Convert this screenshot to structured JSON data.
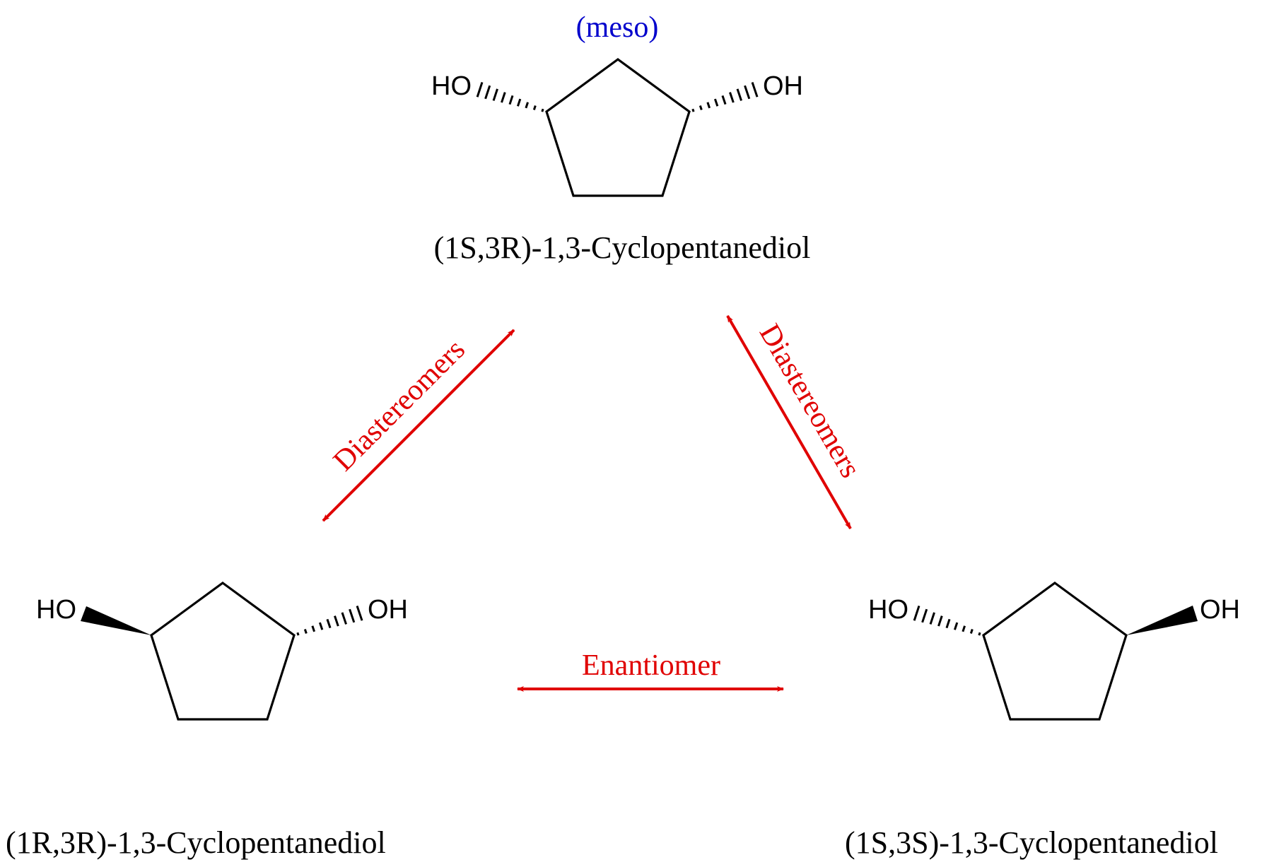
{
  "diagram": {
    "title_note": "(meso)",
    "colors": {
      "meso_label": "#0000cc",
      "relation": "#e00000",
      "structure": "#000000"
    },
    "molecules": [
      {
        "id": "top",
        "name": "(1S,3R)-1,3-Cyclopentanediol",
        "note": "(meso)",
        "left_substituent": {
          "label": "HO",
          "bond": "hashed"
        },
        "right_substituent": {
          "label": "OH",
          "bond": "hashed"
        }
      },
      {
        "id": "bottom-left",
        "name": "(1R,3R)-1,3-Cyclopentanediol",
        "left_substituent": {
          "label": "HO",
          "bond": "wedge"
        },
        "right_substituent": {
          "label": "OH",
          "bond": "hashed"
        }
      },
      {
        "id": "bottom-right",
        "name": "(1S,3S)-1,3-Cyclopentanediol",
        "left_substituent": {
          "label": "HO",
          "bond": "hashed"
        },
        "right_substituent": {
          "label": "OH",
          "bond": "wedge"
        }
      }
    ],
    "relations": [
      {
        "id": "top-to-left",
        "label": "Diastereomers",
        "from": "top",
        "to": "bottom-left"
      },
      {
        "id": "top-to-right",
        "label": "Diastereomers",
        "from": "top",
        "to": "bottom-right"
      },
      {
        "id": "left-to-right",
        "label": "Enantiomer",
        "from": "bottom-left",
        "to": "bottom-right"
      }
    ]
  }
}
